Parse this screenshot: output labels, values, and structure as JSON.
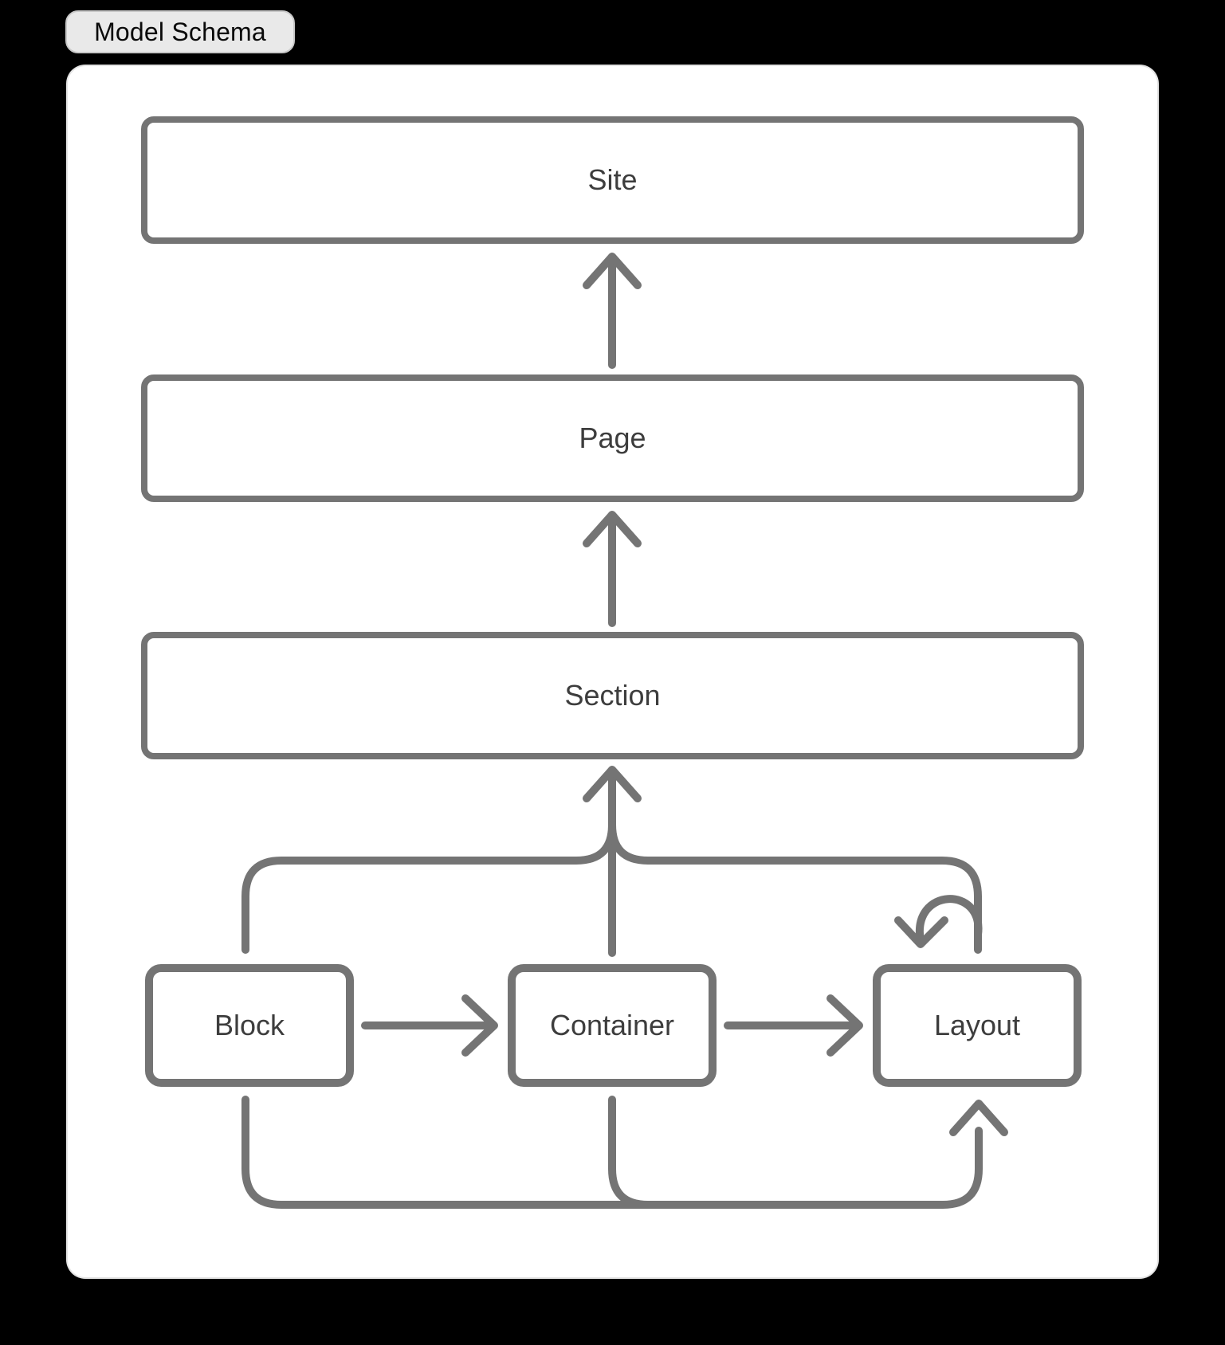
{
  "title": "Model Schema",
  "colors": {
    "background": "#000000",
    "card": "#ffffff",
    "stroke": "#747474",
    "label": "#3d3d3d",
    "pill_background": "#e9e9e9",
    "pill_border": "#c9c9c9"
  },
  "diagram": {
    "nodes": [
      {
        "id": "site",
        "label": "Site"
      },
      {
        "id": "page",
        "label": "Page"
      },
      {
        "id": "section",
        "label": "Section"
      },
      {
        "id": "block",
        "label": "Block"
      },
      {
        "id": "container",
        "label": "Container"
      },
      {
        "id": "layout",
        "label": "Layout"
      }
    ],
    "edges": [
      {
        "from": "page",
        "to": "site"
      },
      {
        "from": "section",
        "to": "page"
      },
      {
        "from": "block",
        "to": "section"
      },
      {
        "from": "container",
        "to": "section"
      },
      {
        "from": "layout",
        "to": "section"
      },
      {
        "from": "block",
        "to": "container"
      },
      {
        "from": "container",
        "to": "layout"
      },
      {
        "from": "layout",
        "to": "layout"
      },
      {
        "from": "block",
        "to": "layout"
      },
      {
        "from": "container",
        "to": "layout"
      }
    ]
  }
}
